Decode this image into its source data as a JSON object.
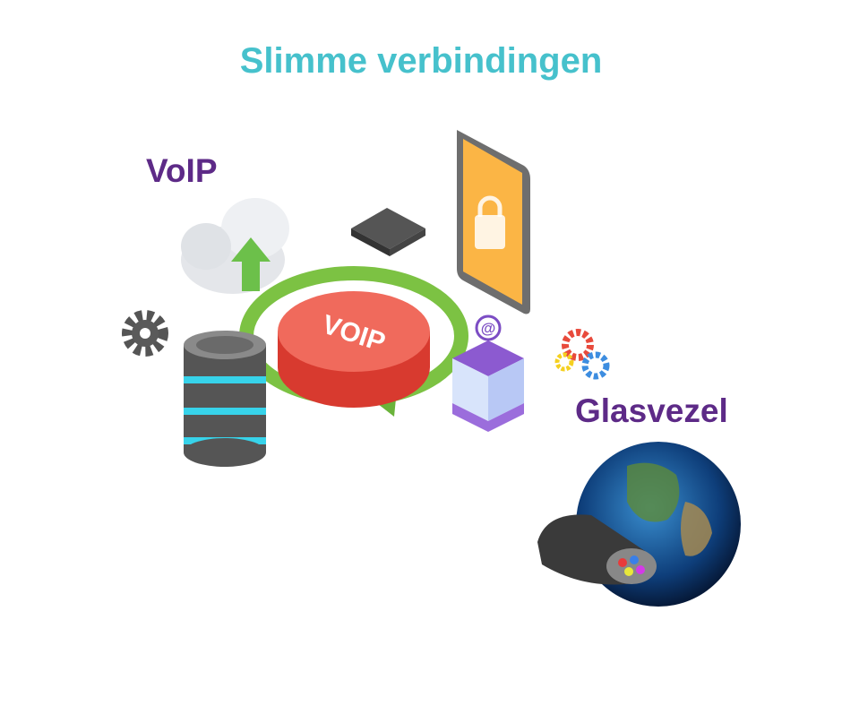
{
  "title": "Slimme verbindingen",
  "labels": {
    "voip": "VoIP",
    "glasvezel": "Glasvezel"
  },
  "illustration": {
    "disc_text": "VOIP",
    "email_symbol": "@"
  },
  "colors": {
    "title": "#46c1cc",
    "labels": "#5d2a87",
    "disc": "#e8473b",
    "arrow": "#7cc243",
    "phone": "#fbb040"
  }
}
